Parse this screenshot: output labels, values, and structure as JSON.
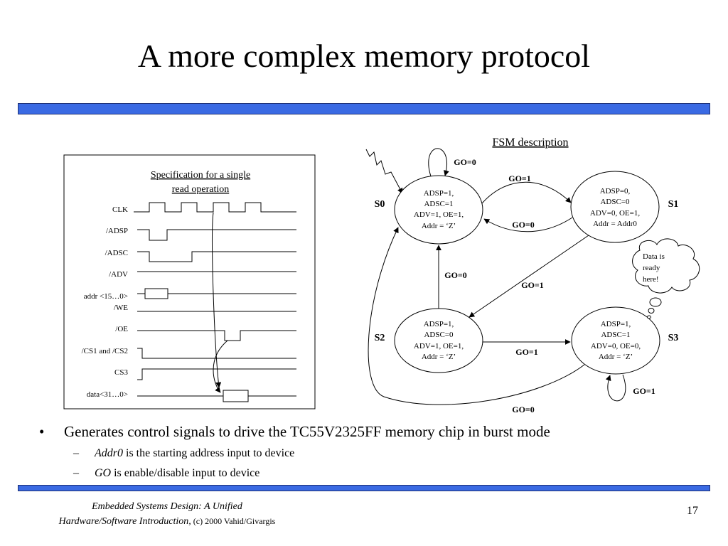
{
  "title": "A more complex memory protocol",
  "timing": {
    "spec_title_line1": "Specification for a single",
    "spec_title_line2": "read operation",
    "signals": {
      "clk": "CLK",
      "adsp": "/ADSP",
      "adsc": "/ADSC",
      "adv": "/ADV",
      "addr": "addr <15…0>",
      "we": "/WE",
      "oe": "/OE",
      "cs1cs2": "/CS1 and /CS2",
      "cs3": "CS3",
      "data": "data<31…0>"
    }
  },
  "fsm": {
    "heading": "FSM description",
    "states": {
      "s0": {
        "name": "S0",
        "lines": [
          "ADSP=1,",
          "ADSC=1",
          "ADV=1, OE=1,",
          "Addr = ‘Z’"
        ]
      },
      "s1": {
        "name": "S1",
        "lines": [
          "ADSP=0,",
          "ADSC=0",
          "ADV=0, OE=1,",
          "Addr = Addr0"
        ]
      },
      "s2": {
        "name": "S2",
        "lines": [
          "ADSP=1,",
          "ADSC=0",
          "ADV=1, OE=1,",
          "Addr = ‘Z’"
        ]
      },
      "s3": {
        "name": "S3",
        "lines": [
          "ADSP=1,",
          "ADSC=1",
          "ADV=0, OE=0,",
          "Addr = ‘Z’"
        ]
      }
    },
    "transitions": {
      "s0_self": "GO=0",
      "s0_s1": "GO=1",
      "s1_s0": "GO=0",
      "s2_s0": "GO=0",
      "s1_s2": "GO=1",
      "s2_s3": "GO=1",
      "s3_self": "GO=1",
      "s3_s0": "GO=0"
    },
    "callout": [
      "Data is",
      "ready",
      "here!"
    ]
  },
  "bullets": {
    "main": "Generates control signals to drive the TC55V2325FF memory chip in burst mode",
    "sub1_em": "Addr0",
    "sub1_rest": " is the starting address input to device",
    "sub2_em": "GO",
    "sub2_rest": " is enable/disable input to device"
  },
  "footer": {
    "line1": "Embedded Systems Design: A Unified",
    "line2_em": "Hardware/Software Introduction,",
    "line2_rest": " (c) 2000 Vahid/Givargis",
    "page": "17"
  },
  "colors": {
    "accent_bar": "#3a6ae3"
  }
}
